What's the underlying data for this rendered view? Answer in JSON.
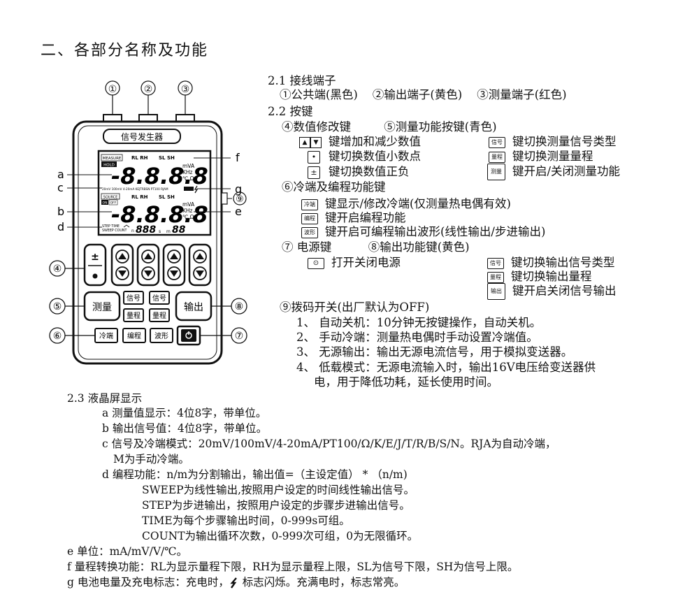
{
  "heading": "二、各部分名称及功能",
  "device": {
    "callout_top": [
      "①",
      "②",
      "③"
    ],
    "callout_left": [
      "a",
      "c",
      "b",
      "d"
    ],
    "callout_right": [
      "f",
      "g",
      "⑨",
      "e"
    ],
    "callout_bottom_left": [
      "④",
      "⑤",
      "⑥"
    ],
    "callout_bottom_right": [
      "⑧",
      "⑦"
    ],
    "label": "信号发生器",
    "lcd": {
      "measure_tag": "MEASURE",
      "hold_tag": "HOLD",
      "source_tag": "SOURCE",
      "on_tag": "ON",
      "off_tag": "OFF",
      "range_marks": "RL RH",
      "sl_sh": "SL SH",
      "digits": "-8.8.8.8",
      "unit_ma": "mVA",
      "unit_khz": "KHz",
      "unit_c": "℃ Ω",
      "mode_row": "20mV  100mV  4-20mA  KEJTRBSN  PT100  RJAM",
      "step_label": "STEP  TIME",
      "sweep_label": "SWEEP COUNT",
      "n_digits": "888",
      "s_label": "s",
      "m_label": "m",
      "m_digits": "88"
    },
    "keys": {
      "plusminus": "±",
      "measure": "测量",
      "output": "输出",
      "signal": "信号",
      "range": "量程",
      "cold": "冷端",
      "program": "编程",
      "wave": "波形"
    }
  },
  "s21": {
    "title": "2.1 接线端子",
    "line": "①公共端(黑色)    ②输出端子(黄色)    ③测量端子(红色)"
  },
  "s22": {
    "title": "2.2 按键",
    "l1": "④数值修改键         ⑤测量功能按键(青色)",
    "l2": "键增加和减少数值",
    "l2r": "键切换测量信号类型",
    "l3": "键切换数值小数点",
    "l3r": "键切换测量量程",
    "l4": "键切换数值正负",
    "l4r": "键开启/关闭测量功能",
    "key_signal": "信号",
    "key_range": "量程",
    "key_measure": "测量",
    "key_pm": "±",
    "key_dot": "•",
    "l5": "⑥冷端及编程功能键",
    "key_cold": "冷端",
    "l6": "键显示/修改冷端(仅测量热电偶有效)",
    "key_prog": "编程",
    "l7": "键开启编程功能",
    "key_wave": "波形",
    "l8": "键开启可编程输出波形(线性输出/步进输出)",
    "l9": "⑦ 电源键          ⑧输出功能键(黄色)",
    "l10": "打开关闭电源",
    "l10r": "键切换输出信号类型",
    "l11r": "键切换输出量程",
    "l12r": "键开启关闭信号输出",
    "key_output": "输出"
  },
  "s9": {
    "title": "⑨拨码开关(出厂默认为OFF)",
    "i1": "1、 自动关机：10分钟无按键操作，自动关机。",
    "i2": "2、 手动冷端：测量热电偶时手动设置冷端值。",
    "i3": "3、 无源输出：输出无源电流信号，用于模拟变送器。",
    "i4a": "4、 低载模式：无源电流输入时，输出16V电压给变送器供",
    "i4b": "电，用于降低功耗，延长使用时间。"
  },
  "s23": {
    "title": "2.3 液晶屏显示",
    "a": "a 测量值显示：4位8字，带单位。",
    "b": "b 输出信号值：4位8字，带单位。",
    "c1": "c 信号及冷端模式：20mV/100mV/4-20mA/PT100/Ω/K/E/J/T/R/B/S/N。RJA为自动冷端，",
    "c2": "M为手动冷端。",
    "d": "d 编程功能：n/m为分割输出，输出值=（主设定值） * （n/m)",
    "d1": "SWEEP为线性输出,按照用户设定的时间线性输出信号。",
    "d2": "STEP为步进输出，按照用户设定的步骤步进输出信号。",
    "d3": "TIME为每个步骤输出时间，0-999s可组。",
    "d4": "COUNT为输出循环次数，0-999次可组，0为无限循环。",
    "e": "e 单位：mA/mV/V/℃。",
    "f": "f 量程转换功能：RL为显示量程下限，RH为显示量程上限，SL为信号下限，SH为信号上限。",
    "g_a": "g 电池电量及充电标志：充电时，",
    "g_b": " 标志闪烁。充满电时，标志常亮。"
  }
}
